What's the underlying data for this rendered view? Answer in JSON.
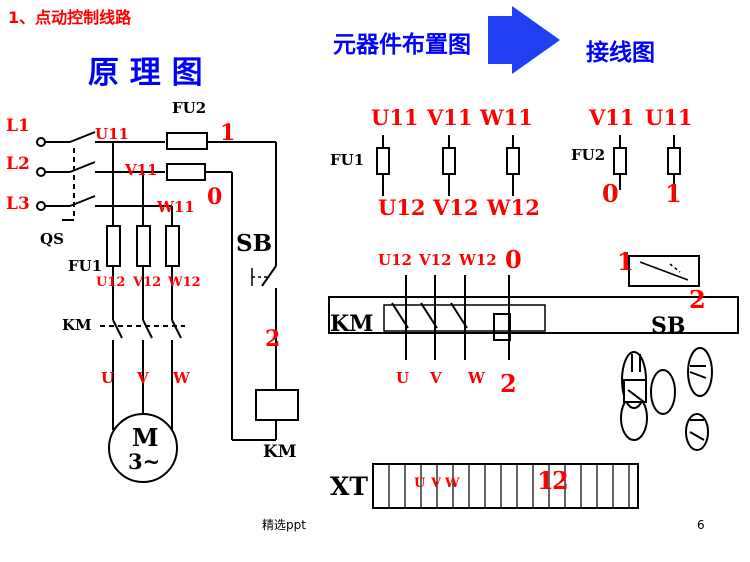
{
  "slide_title": "1、点动控制线路",
  "schematic": {
    "title": "原 理 图",
    "phases": [
      "L1",
      "L2",
      "L3"
    ],
    "qs": "QS",
    "fu2": "FU2",
    "fu1": "FU1",
    "wire_top": [
      "U11",
      "V11",
      "W11"
    ],
    "wire_mid": [
      "U12",
      "V12",
      "W12"
    ],
    "km_contacts": "KM",
    "motor_terms": [
      "U",
      "V",
      "W"
    ],
    "motor_label_1": "M",
    "motor_label_2": "3~",
    "ctrl_nodes": [
      "1",
      "0",
      "2"
    ],
    "sb": "SB",
    "km_coil": "KM"
  },
  "layout_view": {
    "arrow_label": "元器件布置图",
    "wiring_label": "接线图",
    "fu1_label": "FU1",
    "fu1_top": [
      "U11",
      "V11",
      "W11"
    ],
    "fu1_bottom": [
      "U12",
      "V12",
      "W12"
    ],
    "fu2_label": "FU2",
    "fu2_top": [
      "V11",
      "U11"
    ],
    "fu2_bottom": [
      "0",
      "1"
    ],
    "km_top": [
      "U12",
      "V12",
      "W12",
      "0"
    ],
    "km_label": "KM",
    "km_bottom": [
      "U",
      "V",
      "W",
      "2"
    ],
    "sb_label": "SB",
    "sb_nodes": [
      "1",
      "2"
    ],
    "xt_label": "XT",
    "xt_terms": [
      "U",
      "V",
      "W"
    ],
    "xt_nums": [
      "1",
      "2"
    ]
  },
  "footer": {
    "source": "精选ppt",
    "page": "6"
  },
  "colors": {
    "red": "#ff0000",
    "blue": "#0000ff",
    "arrow": "#1f3ff0"
  }
}
